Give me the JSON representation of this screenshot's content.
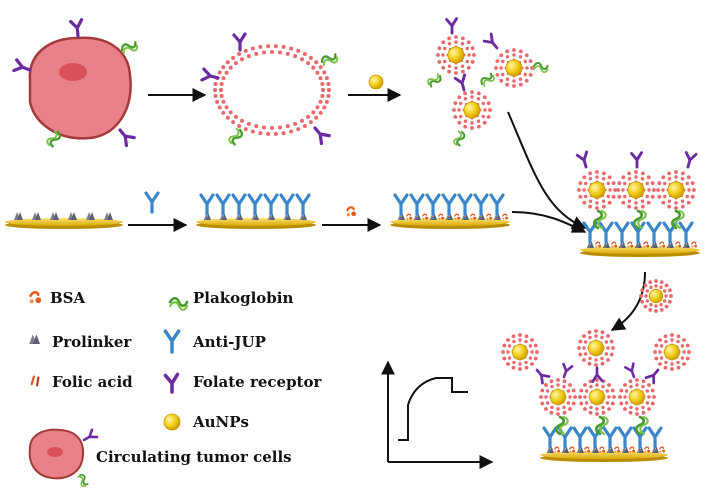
{
  "legend": {
    "bsa": "BSA",
    "prolinker": "Prolinker",
    "folic_acid": "Folic acid",
    "ctc": "Circulating tumor cells",
    "plakoglobin": "Plakoglobin",
    "anti_jup": "Anti-JUP",
    "folate_receptor": "Folate receptor",
    "aunps": "AuNPs"
  },
  "colors": {
    "cell_fill": "#e8818a",
    "cell_stroke": "#a53a3a",
    "nucleus": "#d9505a",
    "membrane_dot": "#e9686c",
    "gold": "#f2cd17",
    "gold_edge": "#c99a00",
    "antibody_blue": "#3a86c8",
    "receptor_purple": "#6b2aa0",
    "plakoglobin_green": "#4a9a2e",
    "substrate": "#f4c61a",
    "prolinker_grey": "#7a7e8c",
    "bsa_orange": "#e65a22"
  },
  "icons": [
    "tumor-cell-icon",
    "exosome-vesicle-icon",
    "aunp-icon",
    "anti-jup-antibody-icon",
    "bsa-icon",
    "prolinker-icon",
    "folic-acid-icon",
    "plakoglobin-icon",
    "folate-receptor-icon",
    "signal-curve-icon"
  ]
}
